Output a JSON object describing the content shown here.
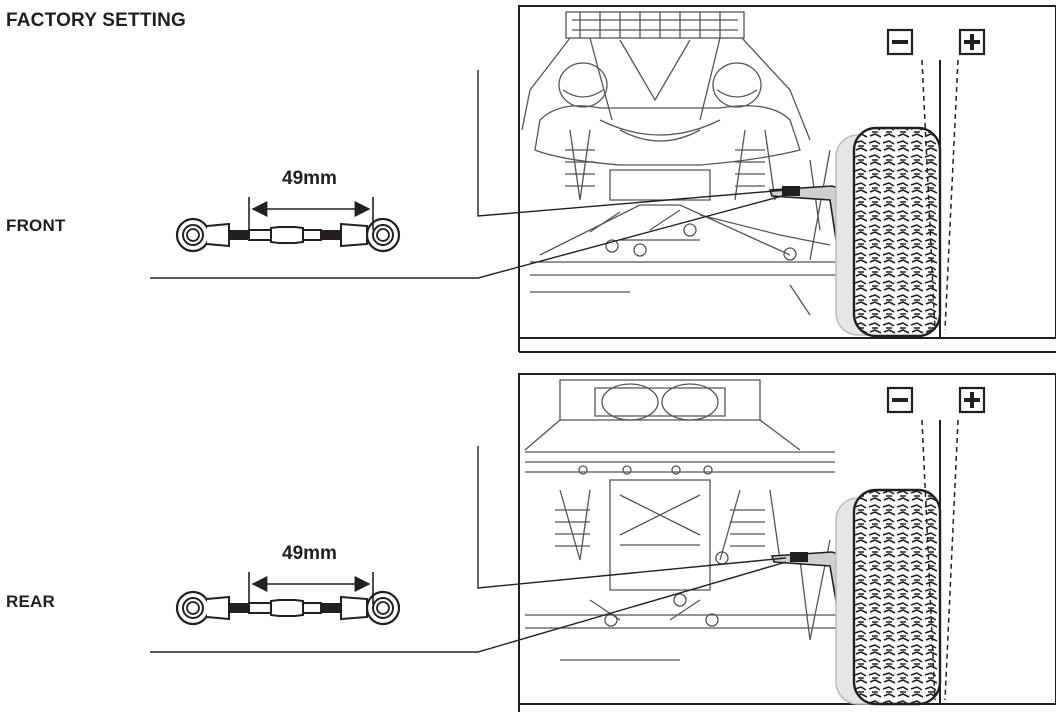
{
  "title": "FACTORY SETTING",
  "sections": {
    "front": {
      "label": "FRONT",
      "linkage_length": "49mm"
    },
    "rear": {
      "label": "REAR",
      "linkage_length": "49mm"
    }
  },
  "camber_indicators": {
    "minus": "−",
    "plus": "+"
  },
  "icons": [
    "minus-sign-icon",
    "plus-sign-icon",
    "turnbuckle-icon"
  ],
  "colors": {
    "line": "#231f20",
    "light": "#9a9a9a",
    "background": "#ffffff"
  }
}
